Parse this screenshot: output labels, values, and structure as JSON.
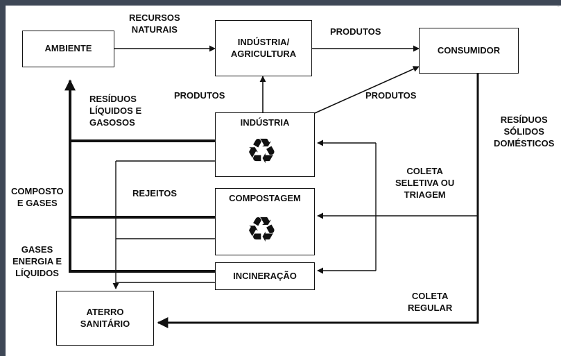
{
  "nodes": {
    "ambiente": "AMBIENTE",
    "industria_agricultura": "INDÚSTRIA/\nAGRICULTURA",
    "consumidor": "CONSUMIDOR",
    "industria": "INDÚSTRIA",
    "compostagem": "COMPOSTAGEM",
    "incineracao": "INCINERAÇÃO",
    "aterro": "ATERRO\nSANITÁRIO"
  },
  "edge_labels": {
    "recursos_naturais": "RECURSOS\nNATURAIS",
    "produtos_top": "PRODUTOS",
    "produtos_mid_left": "PRODUTOS",
    "produtos_mid_right": "PRODUTOS",
    "residuos_liquidos": "RESÍDUOS\nLÍQUIDOS E\nGASOSOS",
    "composto_gases": "COMPOSTO\nE GASES",
    "rejeitos": "REJEITOS",
    "gases_energia": "GASES\nENERGIA E\nLÍQUIDOS",
    "residuos_solidos": "RESÍDUOS\nSÓLIDOS\nDOMÉSTICOS",
    "coleta_seletiva": "COLETA\nSELETIVA OU\nTRIAGEM",
    "coleta_regular": "COLETA\nREGULAR"
  },
  "icons": {
    "recycle_symbol": "♻"
  },
  "colors": {
    "border_frame": "#3e4756",
    "ink": "#111111"
  }
}
